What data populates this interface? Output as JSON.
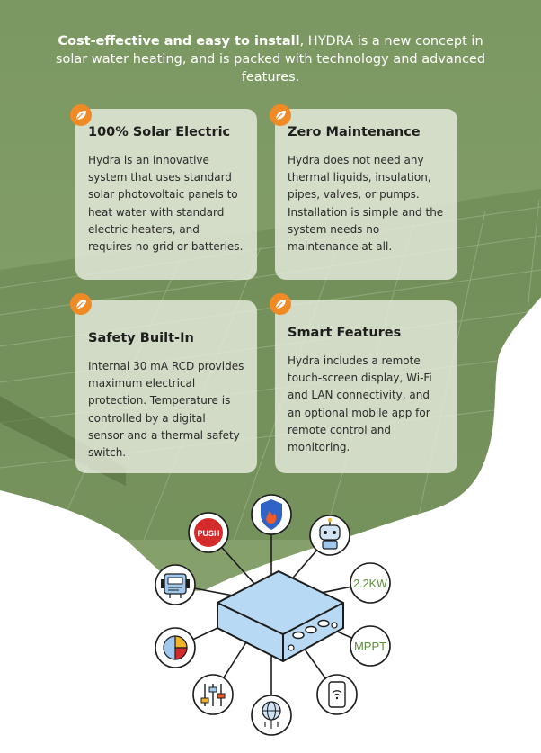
{
  "intro": {
    "lead": "Cost-effective and easy to install",
    "rest": ", HYDRA is a new concept in solar water heating, and is packed with technology and advanced features."
  },
  "cards": [
    {
      "title": "100% Solar Electric",
      "body": "Hydra is an innovative system that uses standard solar photovoltaic panels to heat water with standard electric heaters, and requires no grid or batteries."
    },
    {
      "title": "Zero Maintenance",
      "body": "Hydra does not need any thermal liquids, insulation, pipes, valves, or pumps. Installation is simple and the system needs no maintenance at all."
    },
    {
      "title": "Safety Built-In",
      "body": "Internal 30 mA RCD provides maximum electrical protection. Temperature is controlled by a digital sensor and a thermal safety switch."
    },
    {
      "title": "Smart Features",
      "body": "Hydra includes a remote touch-screen display, Wi-Fi and LAN connectivity, and an optional mobile app for remote control and monitoring."
    }
  ],
  "diagram": {
    "push_label": "PUSH",
    "power_label": "2.2KW",
    "mppt_label": "MPPT",
    "icons": [
      "push-button-icon",
      "fire-shield-icon",
      "robot-icon",
      "power-rating-icon",
      "mppt-icon",
      "smartphone-icon",
      "globe-network-icon",
      "slider-controls-icon",
      "pie-chart-icon",
      "dashboard-robot-icon",
      "controller-box-icon"
    ]
  },
  "colors": {
    "green": "#7f9a64",
    "card": "#ecf0e4",
    "accent": "#f08a24",
    "diagram_blue": "#b8d9f3",
    "push_red": "#d62b2b",
    "label_green": "#5e8f3b"
  }
}
